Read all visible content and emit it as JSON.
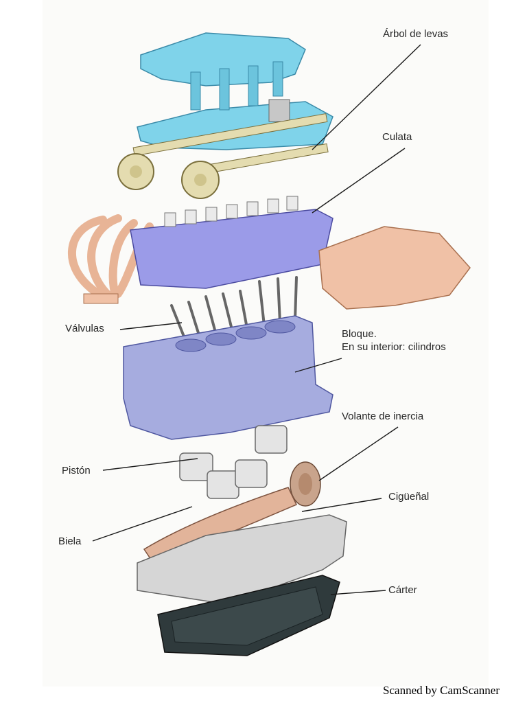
{
  "labels": {
    "arbol_de_levas": "Árbol de levas",
    "culata": "Culata",
    "valvulas": "Válvulas",
    "bloque_line1": "Bloque.",
    "bloque_line2": "En su interior: cilindros",
    "volante_de_inercia": "Volante de inercia",
    "piston": "Pistón",
    "ciguenal": "Cigüeñal",
    "biela": "Biela",
    "carter": "Cárter"
  },
  "footer": "Scanned by CamScanner",
  "colors": {
    "cover": "#7fd3ea",
    "head": "#9b9be8",
    "block": "#a6acdf",
    "manifold": "#f0c1a6",
    "camshaft": "#e4dcb0",
    "crank": "#e2b49a",
    "pistons": "#dedede",
    "lower_block": "#d6d6d6",
    "oil_pan": "#2f3a3c"
  }
}
